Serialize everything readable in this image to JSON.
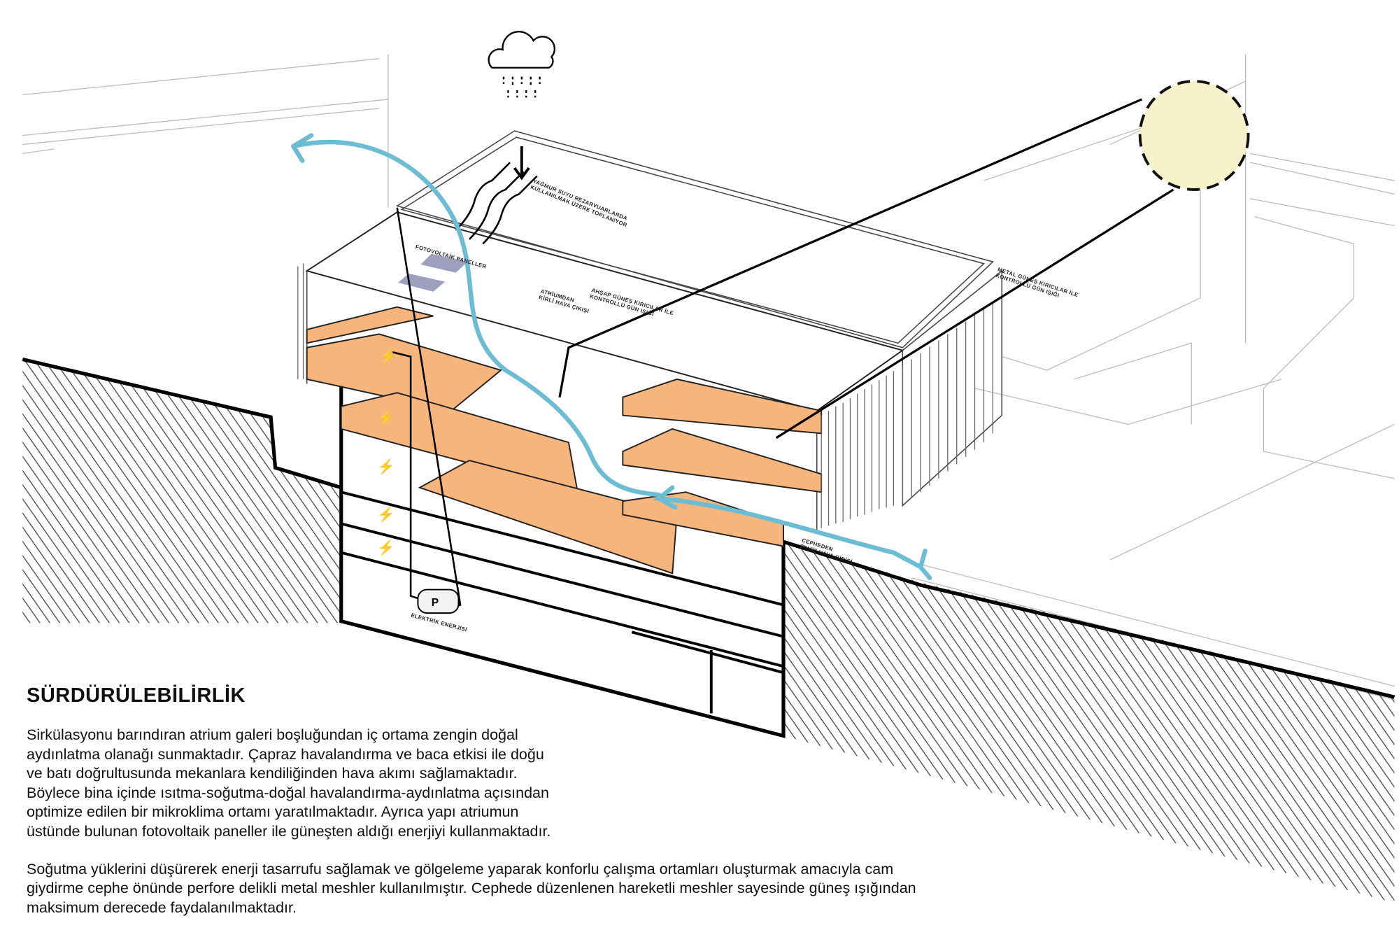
{
  "title": "SÜRDÜRÜLEBİLİRLİK",
  "paragraphs": [
    {
      "lines": [
        "Sirkülasyonu barındıran atrium galeri boşluğundan iç ortama zengin doğal",
        "aydınlatma olanağı sunmaktadır. Çapraz havalandırma ve baca etkisi ile doğu",
        "ve batı doğrultusunda mekanlara kendiliğinden hava akımı sağlamaktadır.",
        "Böylece bina içinde ısıtma-soğutma-doğal havalandırma-aydınlatma açısından",
        "optimize edilen bir mikroklima ortamı yaratılmaktadır. Ayrıca yapı atriumun",
        "üstünde bulunan fotovoltaik paneller ile güneşten aldığı enerjiyi kullanmaktadır."
      ]
    },
    {
      "lines": [
        "Soğutma yüklerini düşürerek enerji tasarrufu sağlamak ve gölgeleme yaparak konforlu çalışma ortamları oluşturmak amacıyla cam",
        "giydirme cephe önünde perfore delikli metal meshler kullanılmıştır. Cephede düzenlenen hareketli meshler sayesinde güneş ışığından",
        "maksimum derecede faydalanılmaktadır."
      ]
    }
  ],
  "labels": {
    "rain": [
      "YAĞMUR SUYU REZARVUARLARDA",
      "KULLANILMAK ÜZERE TOPLANIYOR"
    ],
    "pv": "FOTOVOLTAİK PANELLER",
    "wood_louvers": [
      "AHŞAP GÜNEŞ KIRICILAR İLE",
      "KONTROLLÜ GÜN IŞIĞI"
    ],
    "exhaust": [
      "ATRİUMDAN",
      "KİRLİ HAVA ÇIKIŞI"
    ],
    "metal_louvers": [
      "METAL GÜNEŞ KIRICILAR İLE",
      "KONTROLLÜ GÜN IŞIĞI"
    ],
    "fresh_air": [
      "CEPHEDEN",
      "TEMİZ HAVA GİRİŞİ"
    ],
    "electric": "ELEKTRİK ENERJİSİ",
    "pump": "P"
  },
  "colors": {
    "airflow": "#6cbdd3",
    "floor": "#f6b57d",
    "sun": "#f7f1cc",
    "pv_panel": "#8e8fb5"
  }
}
